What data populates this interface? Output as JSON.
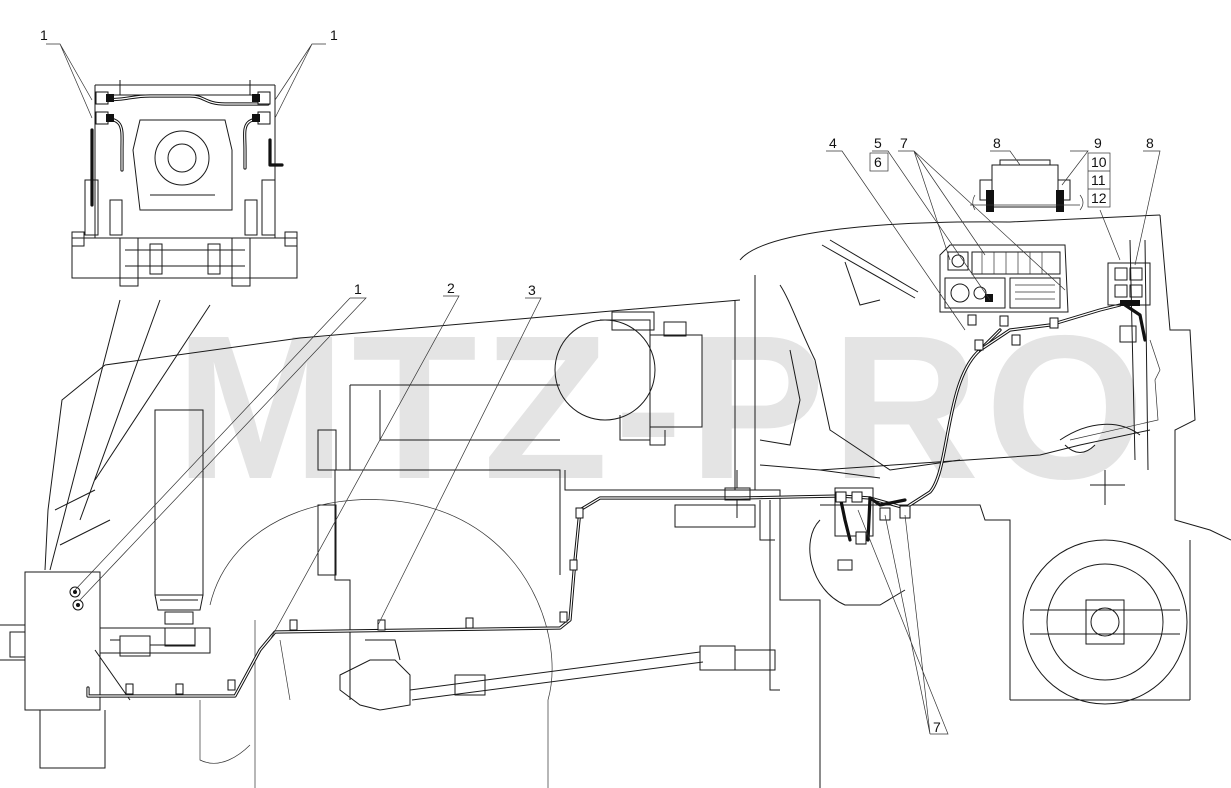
{
  "watermark": "MTZ-PRO",
  "callouts": {
    "c1a": "1",
    "c1b": "1",
    "c1c": "1",
    "c2": "2",
    "c3": "3",
    "c4": "4",
    "c5": "5",
    "c6": "6",
    "c7a": "7",
    "c7b": "7",
    "c8a": "8",
    "c8b": "8",
    "c9": "9",
    "c10": "10",
    "c11": "11",
    "c12": "12"
  }
}
